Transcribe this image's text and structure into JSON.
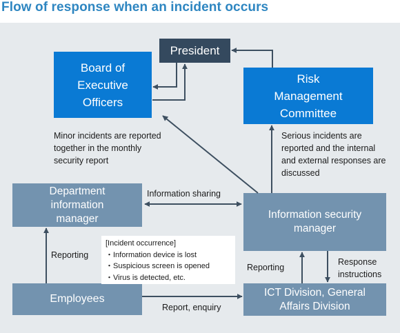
{
  "title": "Flow of response when an incident occurs",
  "boxes": {
    "president": "President",
    "board": [
      "Board of",
      "Executive",
      "Officers"
    ],
    "risk": [
      "Risk",
      "Management",
      "Committee"
    ],
    "dept": [
      "Department",
      "information",
      "manager"
    ],
    "infosec": [
      "Information security",
      "manager"
    ],
    "employees": "Employees",
    "ict": [
      "ICT Division, General",
      "Affairs Division"
    ]
  },
  "labels": {
    "minor": [
      "Minor incidents are reported",
      "together in the monthly",
      "security report"
    ],
    "serious": [
      "Serious incidents are",
      "reported and the internal",
      "and external responses are",
      "discussed"
    ],
    "info_sharing": "Information sharing",
    "reporting_left": "Reporting",
    "reporting_right": "Reporting",
    "response": [
      "Response",
      "instructions"
    ],
    "report_enquiry": "Report, enquiry"
  },
  "note": {
    "heading": "[Incident occurrence]",
    "items": [
      "・Information device is lost",
      "・Suspicious screen is opened",
      "・Virus is detected, etc."
    ]
  },
  "colors": {
    "title": "#2e86c1",
    "panel": "#e6eaed",
    "president": "#34495e",
    "blue_box": "#0a7ad4",
    "steel_box": "#7393af",
    "arrow": "#3d4f60"
  }
}
